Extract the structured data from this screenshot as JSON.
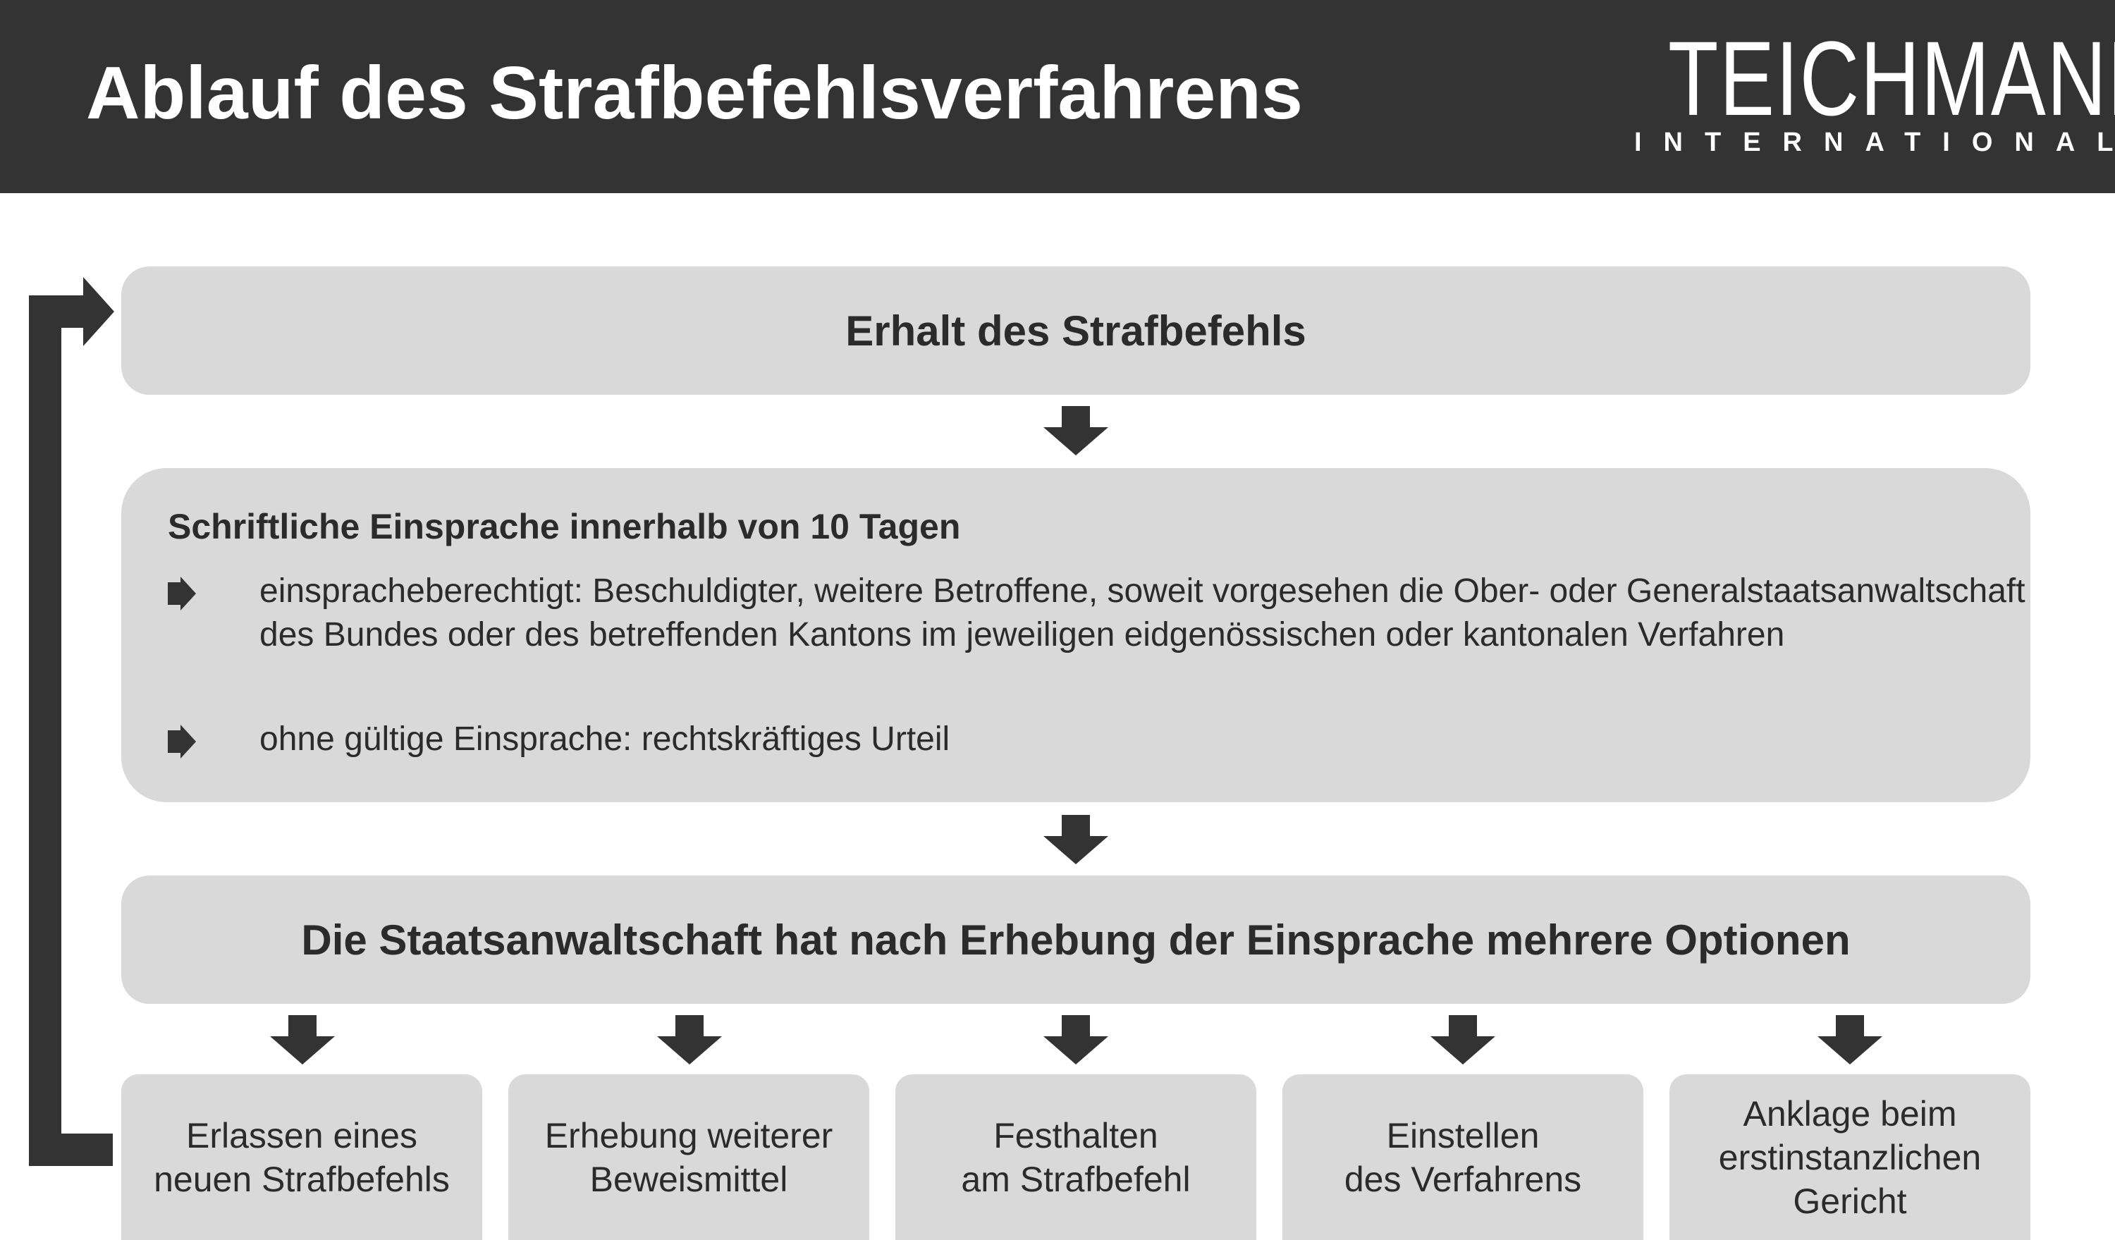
{
  "header": {
    "title": "Ablauf des Strafbefehlsverfahrens",
    "logo_main": "TEICHMANN",
    "logo_sub": "INTERNATIONAL",
    "background": "#333333"
  },
  "steps": {
    "receipt": {
      "title": "Erhalt des Strafbefehls"
    },
    "objection": {
      "title": "Schriftliche Einsprache innerhalb von 10 Tagen",
      "bullets": [
        "einspracheberechtigt: Beschuldigter, weitere Betroffene, soweit vorgesehen die Ober- oder Generalstaatsanwaltschaft des Bundes oder des betreffenden Kantons im jeweiligen eidgenössischen oder kantonalen Verfahren",
        "ohne gültige Einsprache: rechtskräftiges Urteil"
      ]
    },
    "options_header": {
      "title": "Die Staatsanwaltschaft hat nach Erhebung der Einsprache mehrere Optionen"
    }
  },
  "options": [
    {
      "label": "Erlassen eines\nneuen Strafbefehls"
    },
    {
      "label": "Erhebung weiterer\nBeweismittel"
    },
    {
      "label": "Festhalten\nam Strafbefehl"
    },
    {
      "label": "Einstellen\ndes Verfahrens"
    },
    {
      "label": "Anklage beim\nerstinstanzlichen\nGericht"
    }
  ],
  "colors": {
    "box_fill": "#d9d9d9",
    "arrow": "#333333",
    "text": "#2b2b2b"
  }
}
